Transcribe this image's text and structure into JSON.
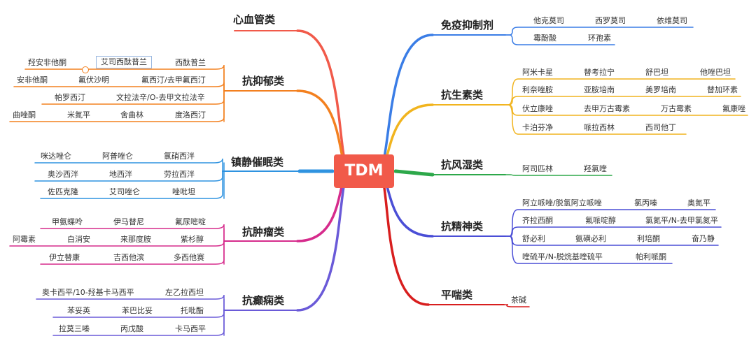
{
  "center": "TDM",
  "colors": {
    "red": "#f15a4a",
    "orange": "#f3801f",
    "blue": "#2f93e0",
    "magenta": "#d62b8c",
    "purple": "#6a5ad8",
    "royal": "#3a7de6",
    "yellow": "#f1b41e",
    "green": "#2da84a",
    "indigo": "#4a4ed6",
    "crimson": "#d81e1e"
  },
  "left": [
    {
      "name": "心血管类",
      "rows": []
    },
    {
      "name": "抗抑郁类",
      "rows": [
        [
          "羟安非他酮",
          "艾司西酞普兰",
          "西酞普兰"
        ],
        [
          "安非他酮",
          "氟伏沙明",
          "氟西汀/去甲氟西汀"
        ],
        [
          "帕罗西汀",
          "文拉法辛/O-去甲文拉法辛"
        ],
        [
          "曲唑酮",
          "米氮平",
          "舍曲林",
          "度洛西汀"
        ]
      ]
    },
    {
      "name": "镇静催眠类",
      "rows": [
        [
          "咪达唑仑",
          "阿普唑仑",
          "氯硝西泮"
        ],
        [
          "奥沙西泮",
          "地西泮",
          "劳拉西泮"
        ],
        [
          "佐匹克隆",
          "艾司唑仑",
          "唑吡坦"
        ]
      ]
    },
    {
      "name": "抗肿瘤类",
      "rows": [
        [
          "甲氨蝶呤",
          "伊马替尼",
          "氟尿嘧啶"
        ],
        [
          "阿霉素",
          "白消安",
          "来那度胺",
          "紫杉醇"
        ],
        [
          "伊立替康",
          "吉西他滨",
          "多西他赛"
        ]
      ]
    },
    {
      "name": "抗癫痫类",
      "rows": [
        [
          "奥卡西平/10-羟基卡马西平",
          "左乙拉西坦"
        ],
        [
          "苯妥英",
          "苯巴比妥",
          "托吡酯"
        ],
        [
          "拉莫三嗪",
          "丙戊酸",
          "卡马西平"
        ]
      ]
    }
  ],
  "right": [
    {
      "name": "免疫抑制剂",
      "rows": [
        [
          "他克莫司",
          "西罗莫司",
          "依维莫司"
        ],
        [
          "霉酚酸",
          "环孢素"
        ]
      ]
    },
    {
      "name": "抗生素类",
      "rows": [
        [
          "阿米卡星",
          "替考拉宁",
          "舒巴坦",
          "他唑巴坦"
        ],
        [
          "利奈唑胺",
          "亚胺培南",
          "美罗培南",
          "替加环素"
        ],
        [
          "伏立康唑",
          "去甲万古霉素",
          "万古霉素",
          "氟康唑"
        ],
        [
          "卡泊芬净",
          "哌拉西林",
          "西司他丁"
        ]
      ]
    },
    {
      "name": "抗风湿类",
      "rows": [
        [
          "阿司匹林",
          "羟氯喹"
        ]
      ]
    },
    {
      "name": "抗精神类",
      "rows": [
        [
          "阿立哌唑/脱氢阿立哌唑",
          "氯丙嗪",
          "奥氮平"
        ],
        [
          "齐拉西酮",
          "氟哌啶醇",
          "氯氮平/N-去甲氯氮平"
        ],
        [
          "舒必利",
          "氨磺必利",
          "利培酮",
          "奋乃静"
        ],
        [
          "喹硫平/N-脱烷基喹硫平",
          "帕利哌酮"
        ]
      ]
    },
    {
      "name": "平喘类",
      "rows": [
        [
          "茶碱"
        ]
      ]
    }
  ]
}
